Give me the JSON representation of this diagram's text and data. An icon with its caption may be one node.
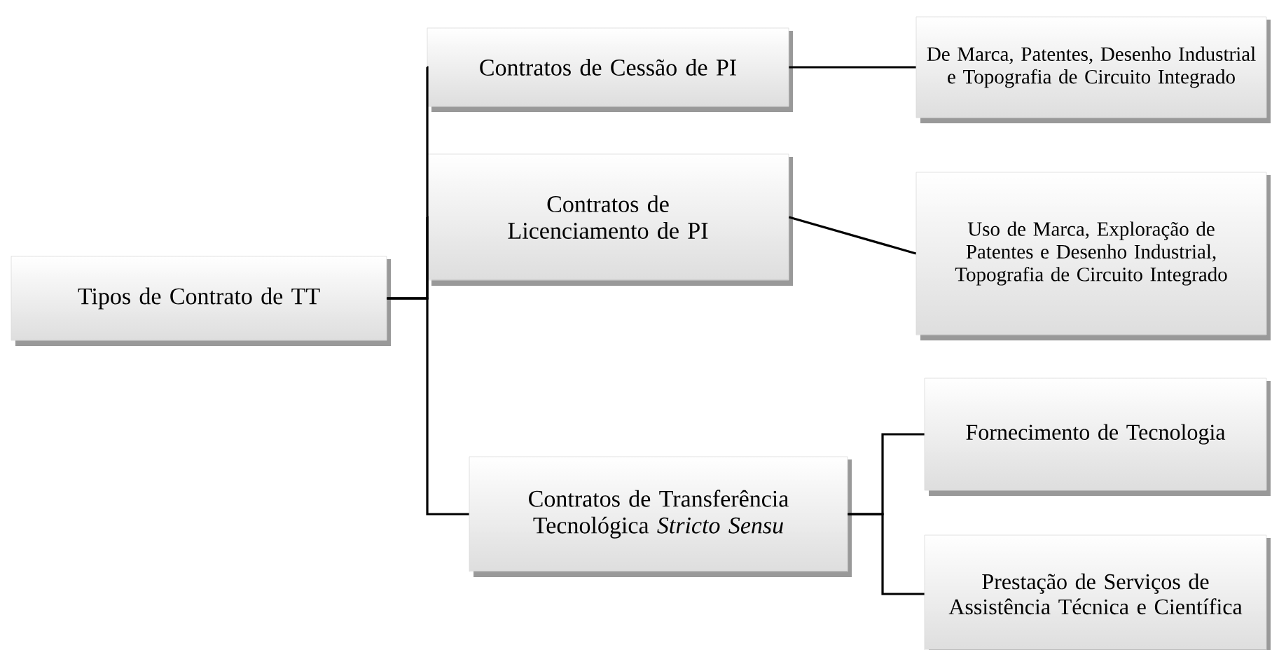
{
  "diagram": {
    "nodes": [
      {
        "text": [
          "Tipos de Contrato de TT"
        ]
      },
      {
        "text": [
          "Contratos de Cessão de PI"
        ]
      },
      {
        "text": [
          "Contratos de Licenciamento de PI"
        ]
      },
      {
        "text": [
          "Contratos de Transferência Tecnológica *Stricto Sensu*"
        ]
      },
      {
        "text": [
          "De Marca, Patentes, Desenho Industrial e Topografia de Circuito Integrado"
        ]
      },
      {
        "text": [
          "Uso de Marca, Exploração de Patentes e Desenho Industrial, Topografia de Circuito Integrado"
        ]
      },
      {
        "text": [
          "Fornecimento de Tecnologia"
        ]
      },
      {
        "text": [
          "Prestação de Serviços de Assistência Técnica e Científica"
        ]
      }
    ],
    "edges": [
      {
        "from": 0,
        "to": 1,
        "arrow": "none"
      },
      {
        "from": 0,
        "to": 2,
        "arrow": "none"
      },
      {
        "from": 0,
        "to": 3,
        "arrow": "none"
      },
      {
        "from": 1,
        "to": 4,
        "arrow": "none"
      },
      {
        "from": 2,
        "to": 5,
        "arrow": "none"
      },
      {
        "from": 3,
        "to": 6,
        "arrow": "none"
      },
      {
        "from": 3,
        "to": 7,
        "arrow": "none"
      }
    ]
  }
}
